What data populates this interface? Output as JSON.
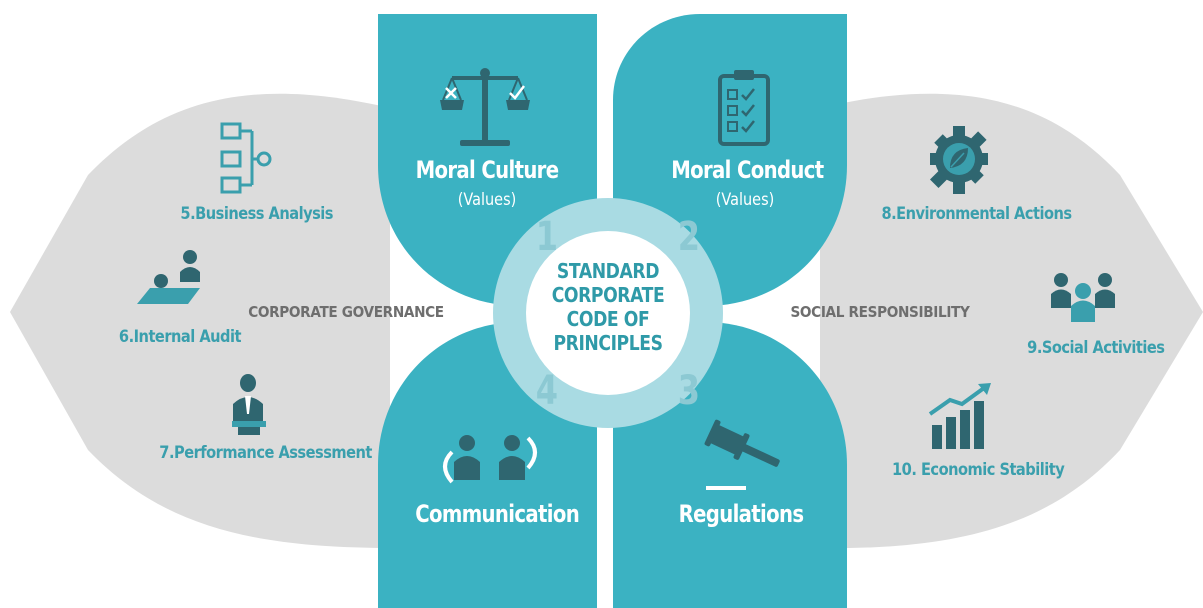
{
  "center": {
    "lines": [
      "STANDARD",
      "CORPORATE",
      "CODE OF",
      "PRINCIPLES"
    ]
  },
  "petals": [
    {
      "number": "1",
      "title": "Moral Culture",
      "subtitle": "(Values)",
      "icon": "balance-scale-icon"
    },
    {
      "number": "2",
      "title": "Moral Conduct",
      "subtitle": "(Values)",
      "icon": "checklist-clipboard-icon"
    },
    {
      "number": "3",
      "title": "Regulations",
      "subtitle": "",
      "icon": "gavel-icon"
    },
    {
      "number": "4",
      "title": "Communication",
      "subtitle": "",
      "icon": "people-talking-icon"
    }
  ],
  "left_wing": {
    "section": "CORPORATE GOVERNANCE",
    "items": [
      {
        "label": "5.Business Analysis",
        "icon": "flowchart-icon"
      },
      {
        "label": "6.Internal Audit",
        "icon": "audit-meeting-icon"
      },
      {
        "label": "7.Performance Assessment",
        "icon": "businessman-icon"
      }
    ]
  },
  "right_wing": {
    "section": "SOCIAL RESPONSIBILITY",
    "items": [
      {
        "label": "8.Environmental Actions",
        "icon": "gear-leaf-icon"
      },
      {
        "label": "9.Social Activities",
        "icon": "group-people-icon"
      },
      {
        "label": "10. Economic Stability",
        "icon": "growth-chart-icon"
      }
    ]
  },
  "colors": {
    "teal": "#3bb2c2",
    "dark_icon": "#2f6670",
    "gray_wing": "#dcdcdc",
    "label_teal": "#3a9fad",
    "center_ring": "#a9dbe3",
    "number_color": "#8cc9d3"
  }
}
